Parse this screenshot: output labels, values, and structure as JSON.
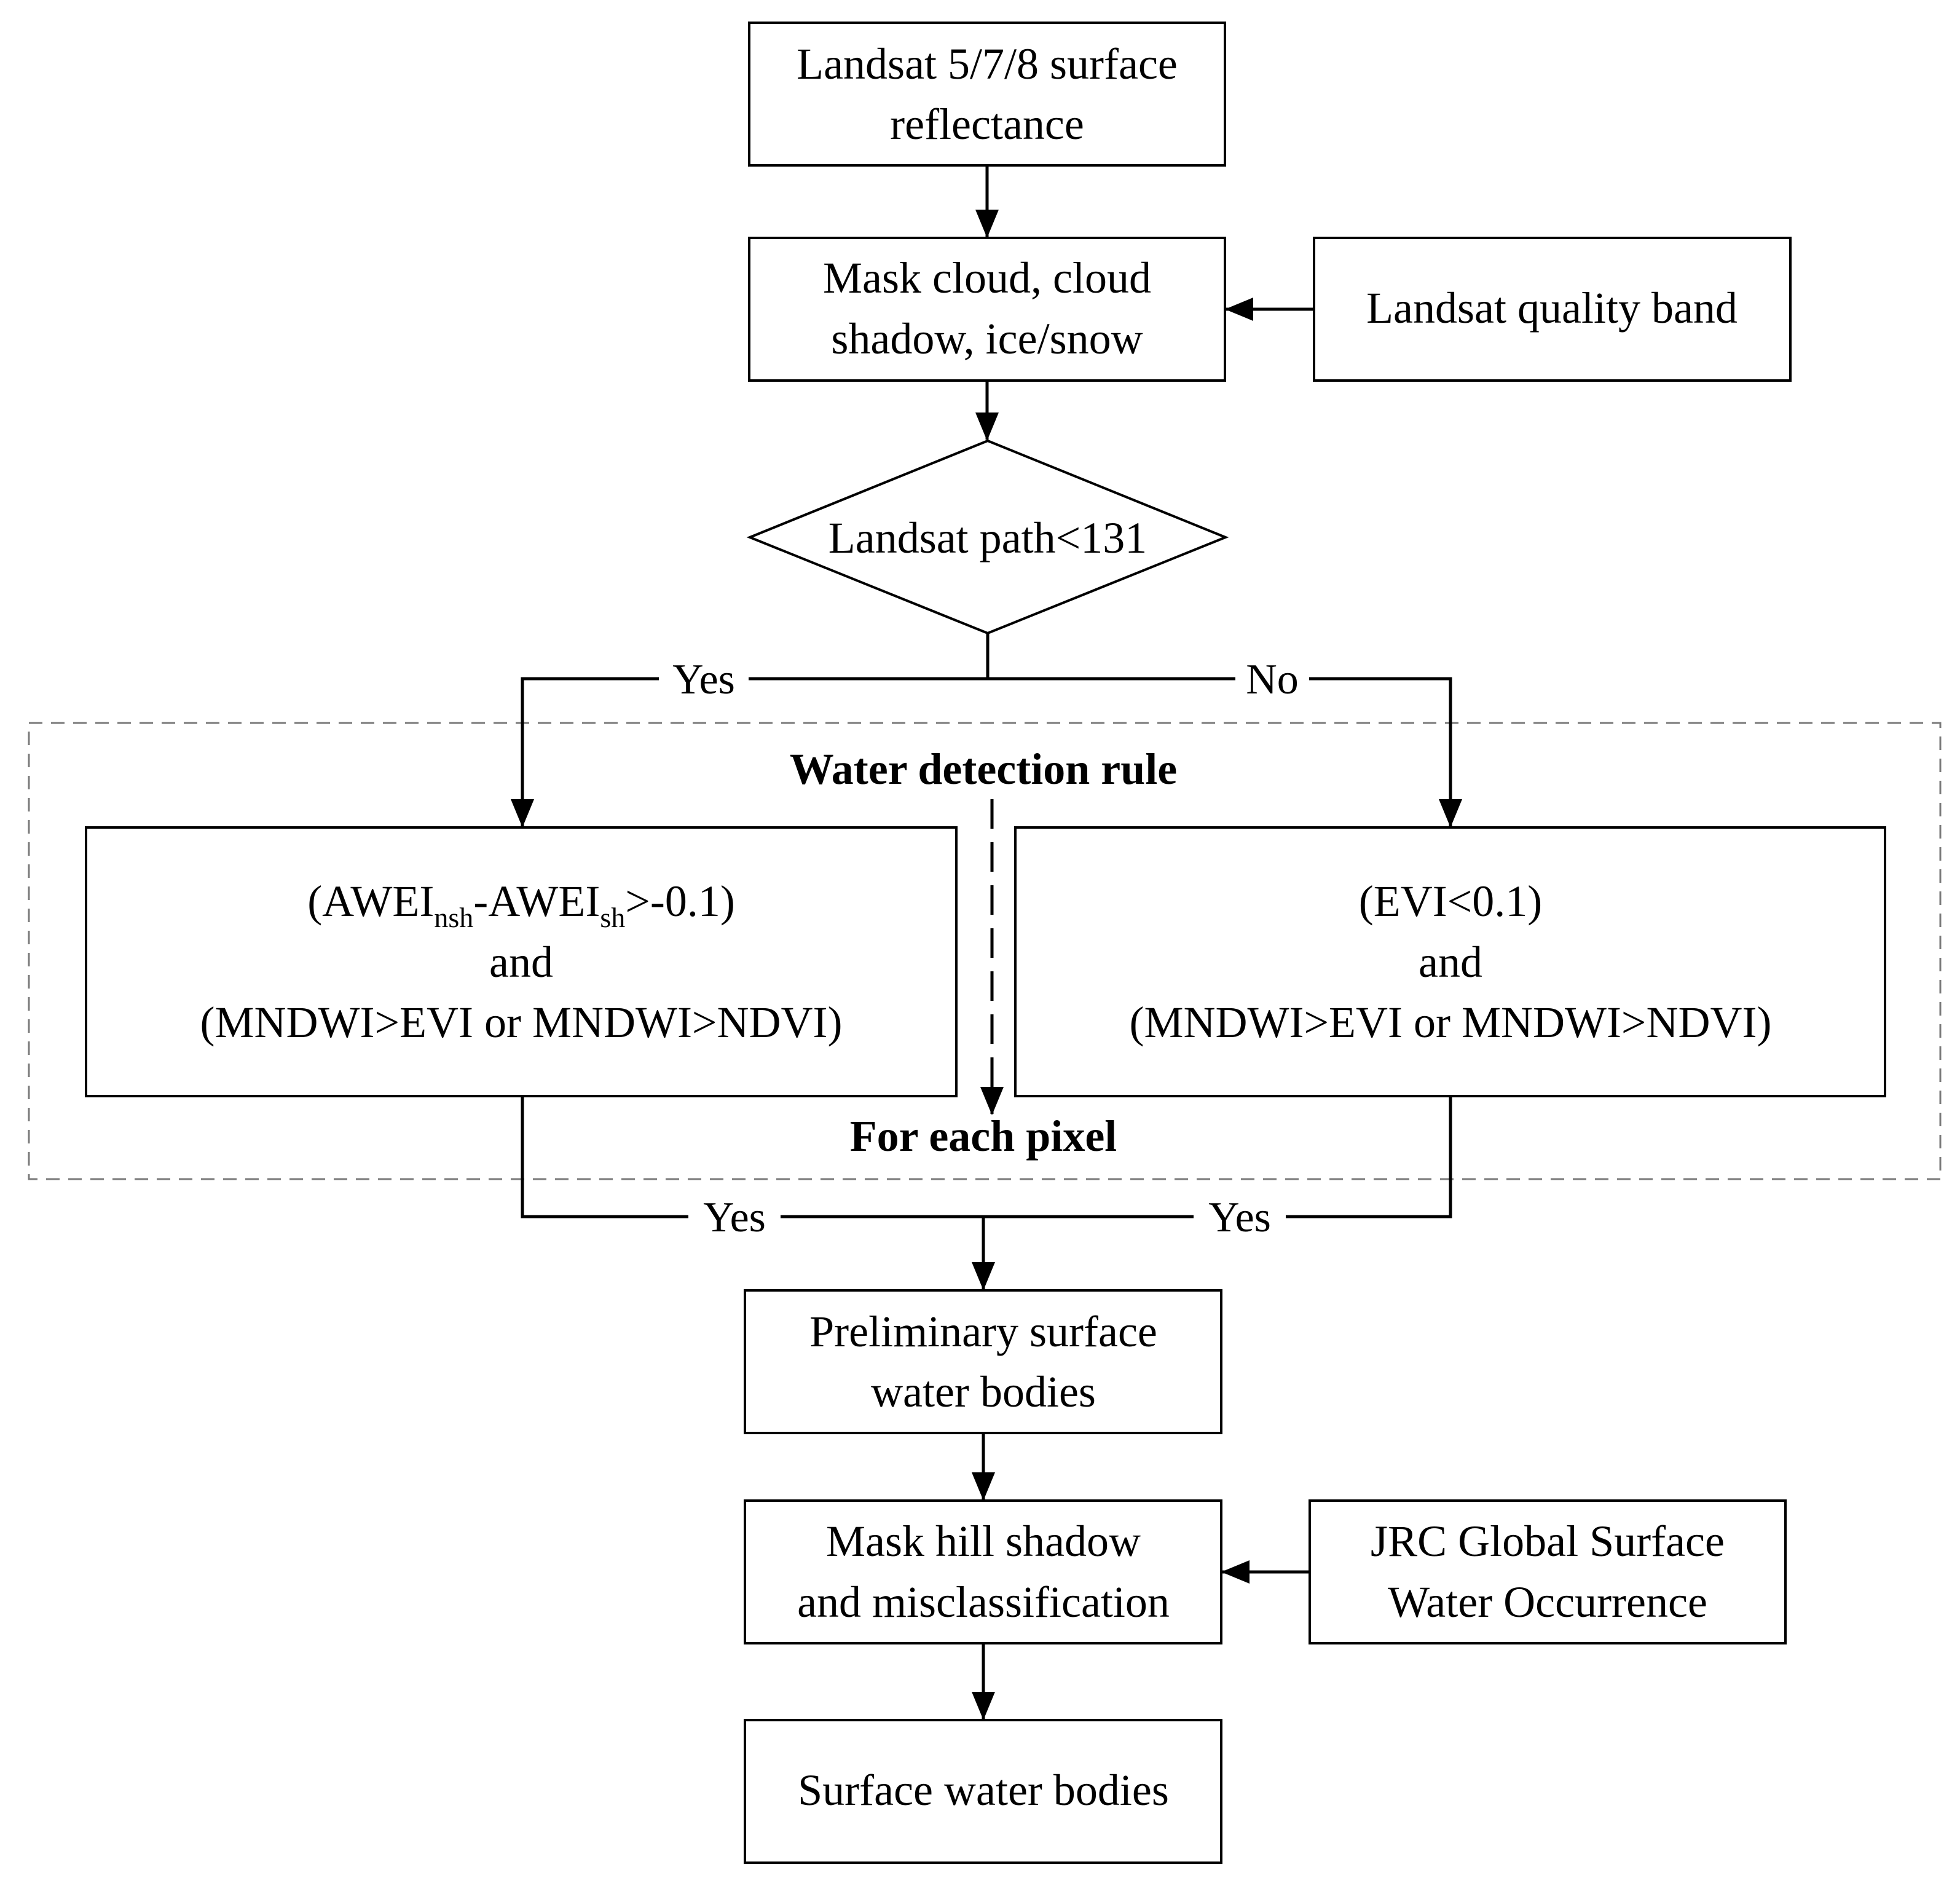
{
  "diagram": {
    "nodes": {
      "input": {
        "lines": [
          "Landsat 5/7/8 surface",
          "reflectance"
        ]
      },
      "mask_cloud": {
        "lines": [
          "Mask cloud, cloud",
          "shadow, ice/snow"
        ]
      },
      "quality_band": {
        "lines": [
          "Landsat quality band"
        ]
      },
      "decision": {
        "lines": [
          "Landsat path<131"
        ]
      },
      "rule_yes": {
        "line1": {
          "open": "(AWEI",
          "sub1": "nsh",
          "mid": "-AWEI",
          "sub2": "sh",
          "close": ">-0.1)"
        },
        "line2": "and",
        "line3": "(MNDWI>EVI or MNDWI>NDVI)"
      },
      "rule_no": {
        "lines": [
          "(EVI<0.1)",
          "and",
          "(MNDWI>EVI or MNDWI>NDVI)"
        ]
      },
      "preliminary": {
        "lines": [
          "Preliminary surface",
          "water bodies"
        ]
      },
      "mask_hill": {
        "lines": [
          "Mask hill shadow",
          "and misclassification"
        ]
      },
      "jrc": {
        "lines": [
          "JRC Global Surface",
          "Water Occurrence"
        ]
      },
      "output": {
        "lines": [
          "Surface water bodies"
        ]
      }
    },
    "edge_labels": {
      "decision_yes": "Yes",
      "decision_no": "No",
      "rule_yes_out": "Yes",
      "rule_no_out": "Yes"
    },
    "region": {
      "title": "Water detection rule",
      "footer": "For each pixel"
    }
  }
}
